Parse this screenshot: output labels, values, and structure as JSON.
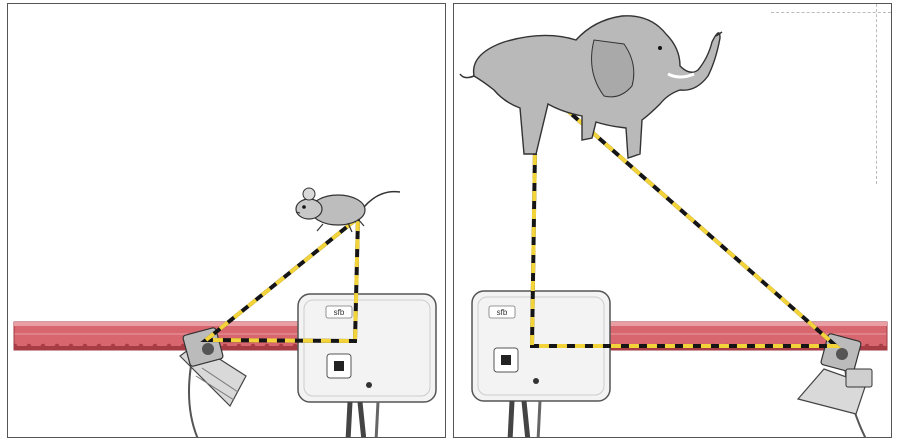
{
  "colors": {
    "rail": "#d8666e",
    "rail_dark": "#a83c44",
    "triangle_yellow": "#f2d33a",
    "triangle_black": "#151515",
    "device_body": "#f3f3f3",
    "device_outline": "#555555",
    "animal_gray": "#b9b9b9"
  },
  "panels": [
    {
      "subject": "mouse",
      "device_logo": "sfb"
    },
    {
      "subject": "elephant",
      "device_logo": "sfb"
    }
  ]
}
